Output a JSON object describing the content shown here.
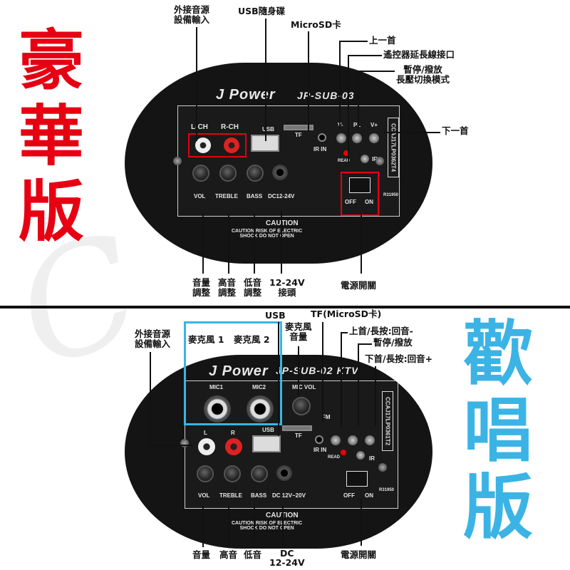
{
  "top": {
    "big_title": [
      "豪",
      "華",
      "版"
    ],
    "model": "JP-SUB-03",
    "brand": "J Power",
    "callouts": {
      "ext_input": "外接音源\n設備輸入",
      "usb": "USB隨身碟",
      "microsd": "MicroSD卡",
      "prev": "上一首",
      "remote": "遙控器延長線接口",
      "pause": "暫停/撥放\n長壓切換模式",
      "next": "下一首",
      "vol": "音量\n調整",
      "treble": "高音\n調整",
      "bass": "低音\n調整",
      "dc": "12-24V\n接頭",
      "power": "電源開關"
    },
    "panel_labels": {
      "lch": "L-CH",
      "rch": "R-CH",
      "usb": "USB",
      "tf": "TF",
      "irin": "IR IN",
      "vminus": "V-",
      "pl": "PL",
      "vplus": "V+",
      "read": "READ",
      "ir": "IR",
      "vol": "VOL",
      "treble": "TREBLE",
      "bass": "BASS",
      "dc": "DC12-24V",
      "off": "OFF",
      "on": "ON",
      "caution": "CAUTION",
      "caution_text": "CAUTION RISK OF ELECTRIC\nSHOCK DO NOT OPEN",
      "cert": "CCAJ17LP0362T4",
      "rohs": "R31950"
    }
  },
  "bottom": {
    "big_title": [
      "歡",
      "唱",
      "版"
    ],
    "model": "JP-SUB-02 KTV",
    "brand": "J Power",
    "callouts": {
      "usb": "USB",
      "tf": "TF(MicroSD卡)",
      "ext_input": "外接音源\n設備輸入",
      "mic1": "麥克風 1",
      "mic2": "麥克風 2",
      "mic_vol": "麥克風\n音量",
      "prev": "上首/長按:回音-",
      "pause": "暫停/撥放",
      "next": "下首/長按:回音+",
      "vol": "音量",
      "treble": "高音",
      "bass": "低音",
      "dc": "DC\n12-24V",
      "power": "電源開關"
    },
    "panel_labels": {
      "mic1": "MIC1",
      "mic2": "MIC2",
      "micvol": "MIC VOL",
      "fm": "FM",
      "l": "L",
      "r": "R",
      "usb": "USB",
      "tf": "TF",
      "irin": "IR IN",
      "read": "READ",
      "ir": "IR",
      "vol": "VOL",
      "treble": "TREBLE",
      "bass": "BASS",
      "dc": "DC 12V~20V",
      "off": "OFF",
      "on": "ON",
      "caution": "CAUTION",
      "caution_text": "CAUTION RISK OF ELECTRIC\nSHOCK DO NOT OPEN",
      "cert": "CCAJ17LP0361T2",
      "rohs": "R31950"
    }
  },
  "colors": {
    "red": "#e60012",
    "blue": "#3bb4e5",
    "panel": "#141414"
  }
}
